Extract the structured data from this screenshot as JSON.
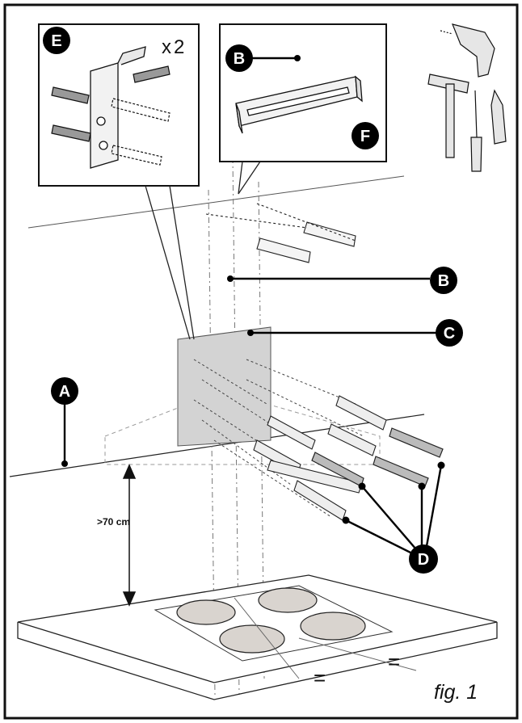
{
  "labels": {
    "a": "A",
    "b": "B",
    "c": "C",
    "d": "D",
    "e": "E",
    "f": "F"
  },
  "inset_e": {
    "multiplier": "x2"
  },
  "measurement": {
    "height_text": ">70 cm"
  },
  "spacing_marks": {
    "left": "=",
    "right": "="
  },
  "caption": "fig. 1",
  "colors": {
    "ink": "#111111",
    "panel_fill": "#d3d3d3",
    "burner_fill": "#d9d4cf",
    "label_circle": "#000000"
  }
}
